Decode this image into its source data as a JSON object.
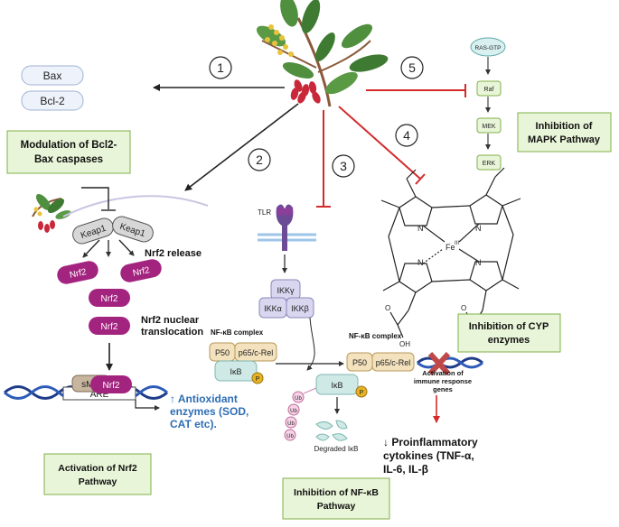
{
  "steps": [
    "1",
    "2",
    "3",
    "4",
    "5"
  ],
  "bax": "Bax",
  "bcl2": "Bcl-2",
  "box_bcl2": [
    "Modulation of Bcl2-",
    "Bax caspases"
  ],
  "keap1": "Keap1",
  "nrf2": "Nrf2",
  "nrf2_release": "Nrf2 release",
  "nrf2_nuclear": [
    "Nrf2 nuclear",
    "translocation"
  ],
  "smaf": "sMaf",
  "are": "ARE",
  "antiox": [
    "↑ Antioxidant",
    "enzymes (SOD,",
    "CAT etc)."
  ],
  "box_nrf2": [
    "Activation of Nrf2",
    "Pathway"
  ],
  "tlr": "TLR",
  "ikk_gamma": "IKKγ",
  "ikk_alpha": "IKKα",
  "ikk_beta": "IKKβ",
  "nfkb_complex": "NF-κB complex",
  "p50": "P50",
  "p65": "p65/c-Rel",
  "ikb": "IκB",
  "p": "P",
  "ub": "Ub",
  "degraded": "Degraded IκB",
  "box_nfkb": [
    "Inhibition of NF-κB",
    "Pathway"
  ],
  "activation": [
    "Activation of",
    "immune response",
    "genes"
  ],
  "cytokines": [
    "↓ Proinflammatory",
    "cytokines (TNF-α,",
    "IL-6, IL-β"
  ],
  "heme_fe": "Fe",
  "heme_fe_sup": "III",
  "heme_n": "N",
  "heme_oh": "OH",
  "heme_o": "O",
  "box_cyp": [
    "Inhibition of CYP",
    "enzymes"
  ],
  "mapk": [
    "RAS-GTP",
    "Raf",
    "MEK",
    "ERK"
  ],
  "box_mapk": [
    "Inhibition of",
    "MAPK Pathway"
  ],
  "colors": {
    "green_box_fill": "#e9f5d8",
    "green_box_stroke": "#7fb04a",
    "nrf2": "#a3247f",
    "inhibit_red": "#d42a2a",
    "antiox_blue": "#2e6db4",
    "dna": "#1f3c88"
  }
}
